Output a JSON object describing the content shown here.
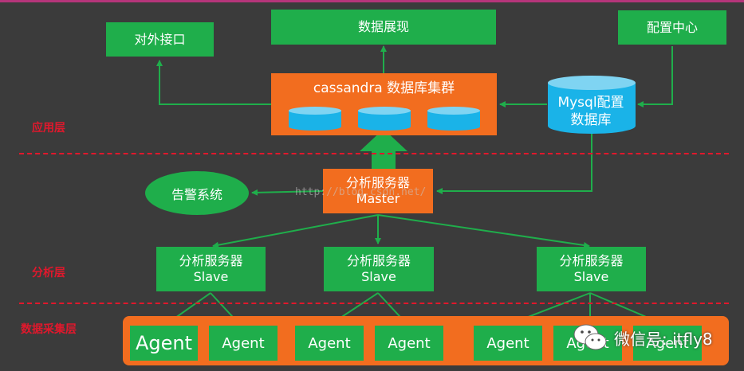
{
  "layers": {
    "app": "应用层",
    "analysis": "分析层",
    "collect": "数据采集层"
  },
  "nodes": {
    "external_api": "对外接口",
    "data_display": "数据展现",
    "config_center": "配置中心",
    "cassandra": "cassandra 数据库集群",
    "mysql_line1": "Mysql配置",
    "mysql_line2": "数据库",
    "alarm": "告警系统",
    "master_line1": "分析服务器",
    "master_line2": "Master",
    "slave_line1": "分析服务器",
    "slave_line2": "Slave",
    "agent": "Agent"
  },
  "watermark": "http://blog.csdn.net/",
  "wechat": "微信号: itfly8",
  "colors": {
    "green": "#1fae4b",
    "orange": "#f26d1f",
    "cyan": "#1ab3e8",
    "red": "#e0182c",
    "background": "#3b3b3b"
  }
}
